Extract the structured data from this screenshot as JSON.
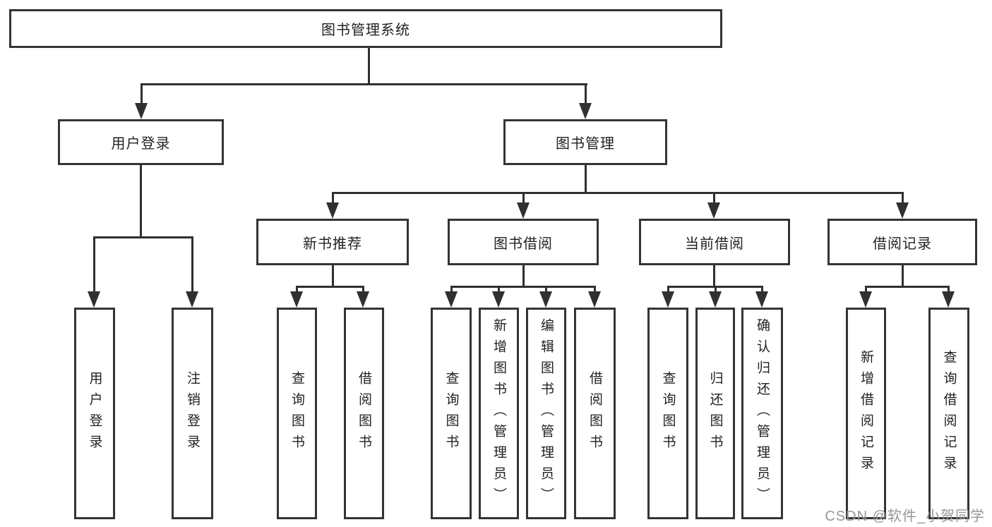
{
  "diagram_type": "hierarchy-tree",
  "tree": {
    "label": "图书管理系统",
    "children": [
      {
        "label": "用户登录",
        "children": [
          {
            "label": "用户登录"
          },
          {
            "label": "注销登录"
          }
        ]
      },
      {
        "label": "图书管理",
        "children": [
          {
            "label": "新书推荐",
            "children": [
              {
                "label": "查询图书"
              },
              {
                "label": "借阅图书"
              }
            ]
          },
          {
            "label": "图书借阅",
            "children": [
              {
                "label": "查询图书"
              },
              {
                "label": "新增图书（管理员）"
              },
              {
                "label": "编辑图书（管理员）"
              },
              {
                "label": "借阅图书"
              }
            ]
          },
          {
            "label": "当前借阅",
            "children": [
              {
                "label": "查询图书"
              },
              {
                "label": "归还图书"
              },
              {
                "label": "确认归还（管理员）"
              }
            ]
          },
          {
            "label": "借阅记录",
            "children": [
              {
                "label": "新增借阅记录"
              },
              {
                "label": "查询借阅记录"
              }
            ]
          }
        ]
      }
    ]
  },
  "watermark": {
    "text": "CSDN @软件_小贺同学",
    "color": "#9c9496"
  },
  "colors": {
    "line": "#303030",
    "box_border": "#343434",
    "text": "#222222",
    "background": "#ffffff"
  }
}
